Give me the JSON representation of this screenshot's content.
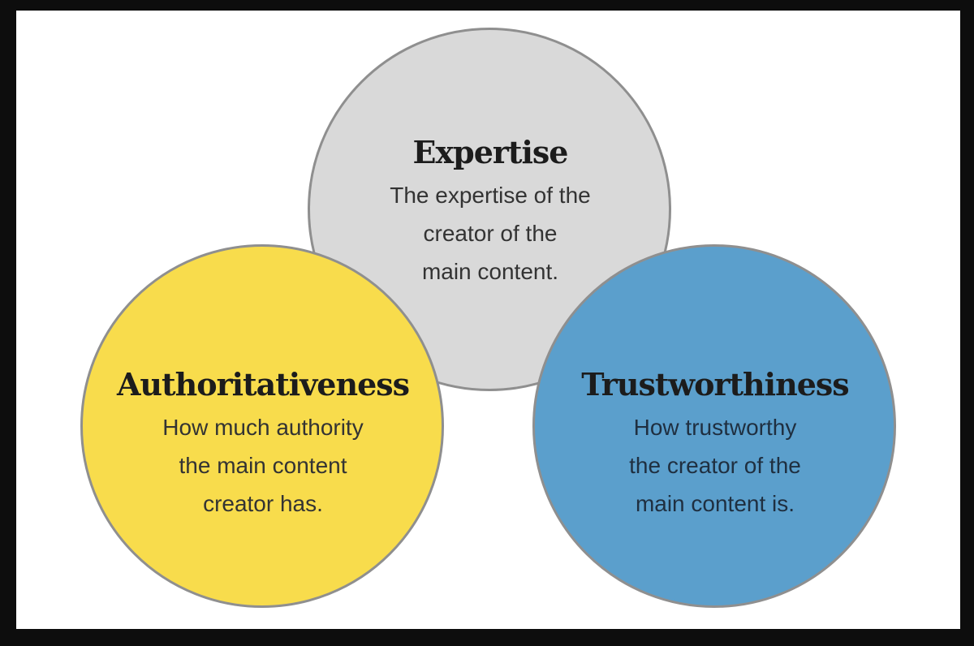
{
  "colors": {
    "expertise": "#d9d9d9",
    "authoritativeness": "#f8dc4c",
    "trustworthiness": "#5b9fcc",
    "outline": "#8f8f8f"
  },
  "expertise": {
    "title": "Expertise",
    "lines": [
      "The expertise of the",
      "creator of the",
      "main content."
    ]
  },
  "authoritativeness": {
    "title": "Authoritativeness",
    "lines": [
      "How much authority",
      "the main content",
      "creator has."
    ]
  },
  "trustworthiness": {
    "title": "Trustworthiness",
    "lines": [
      "How trustworthy",
      "the creator of the",
      "main content is."
    ]
  }
}
